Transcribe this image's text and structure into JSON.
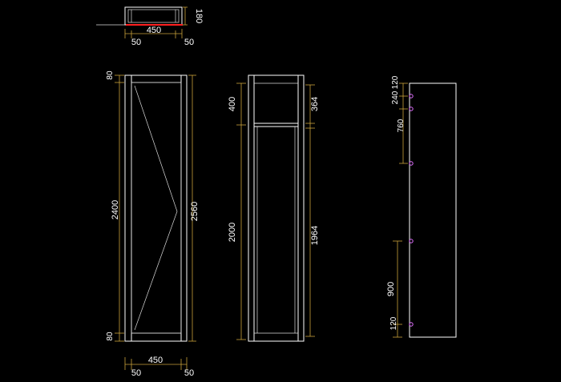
{
  "colors": {
    "background": "#000000",
    "line": "#ffffff",
    "dimension_line": "#c8a23a",
    "hinge_mark": "#e070ff",
    "highlight": "#ff2020"
  },
  "top_view": {
    "depth": "180",
    "width": "450",
    "side_left": "50",
    "side_right": "50"
  },
  "front_view": {
    "top_rail": "80",
    "door_height": "2400",
    "bottom_rail": "80",
    "total_height": "2560",
    "width": "450",
    "side_left": "50",
    "side_right": "50"
  },
  "section_view": {
    "upper_compartment": "400",
    "lower_compartment": "2000",
    "upper_inner": "364",
    "lower_inner": "1964"
  },
  "side_view": {
    "hinge_top_offset": "120",
    "hinge_gap_1": "240",
    "hinge_gap_2": "760",
    "hinge_gap_3": "900",
    "hinge_bottom_offset": "120"
  }
}
